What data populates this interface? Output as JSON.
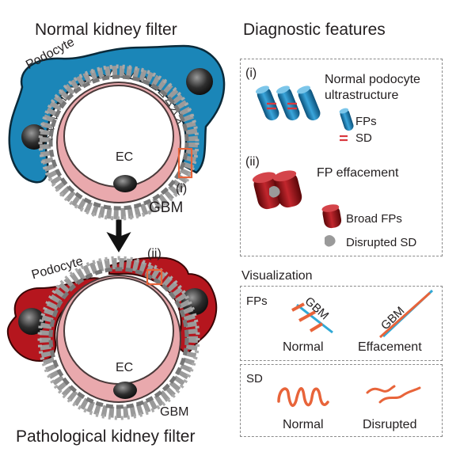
{
  "left": {
    "title_top": "Normal kidney filter",
    "title_bottom": "Pathological kidney filter",
    "normal": {
      "podocyte": "Podocyte",
      "ec": "EC",
      "gbm": "GBM",
      "marker": "(i)"
    },
    "pathological": {
      "podocyte": "Podocyte",
      "ec": "EC",
      "gbm": "GBM",
      "marker": "(ii)"
    }
  },
  "right": {
    "title": "Diagnostic features",
    "panel_i": {
      "marker": "(i)",
      "title_line1": "Normal podocyte",
      "title_line2": "ultrastructure",
      "legend_fps": "FPs",
      "legend_sd": "SD"
    },
    "panel_ii": {
      "marker": "(ii)",
      "title": "FP effacement",
      "legend_broad": "Broad FPs",
      "legend_disrupted": "Disrupted SD"
    },
    "visualization": {
      "title": "Visualization",
      "fps": {
        "label": "FPs",
        "gbm": "GBM",
        "normal": "Normal",
        "effacement": "Effacement"
      },
      "sd": {
        "label": "SD",
        "normal": "Normal",
        "disrupted": "Disrupted"
      }
    }
  },
  "colors": {
    "podocyte_blue": "#1b86b8",
    "podocyte_red": "#b5161e",
    "endothelium_pink": "#e9a9ad",
    "gbm_gray": "#8c8c8c",
    "highlight_orange": "#e8643a",
    "line_blue": "#31a9d6"
  }
}
